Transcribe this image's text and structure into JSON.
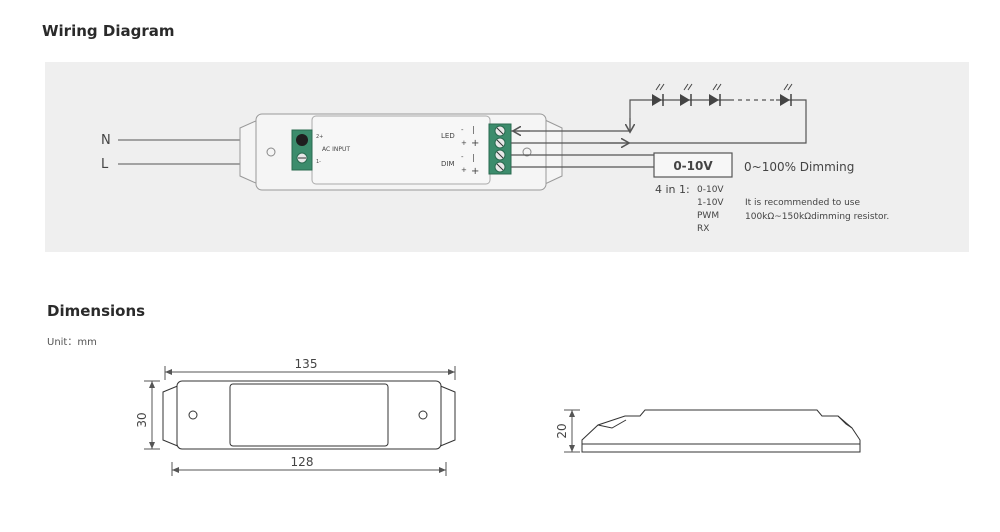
{
  "wiring": {
    "title": "Wiring Diagram",
    "terminals": {
      "n": "N",
      "l": "L"
    },
    "driver": {
      "ac_input": "AC INPUT",
      "led": "LED",
      "dim": "DIM",
      "minus": "-",
      "plus": "+"
    },
    "signal_box": "0-10V",
    "dimming_label": "0~100% Dimming",
    "four_in_one_label": "4 in 1:",
    "modes": [
      "0-10V",
      "1-10V",
      "PWM",
      "RX"
    ],
    "recommendation_line1": "It is recommended to use",
    "recommendation_line2": "100kΩ~150kΩdimming resistor."
  },
  "dimensions": {
    "title": "Dimensions",
    "unit": "Unit：mm",
    "top_view": {
      "total_length": "135",
      "inner_length": "128",
      "width": "30"
    },
    "side_view": {
      "height": "20"
    }
  },
  "colors": {
    "terminal_green": "#3c8c6c",
    "line": "#555555",
    "panel_bg": "#efefef"
  }
}
